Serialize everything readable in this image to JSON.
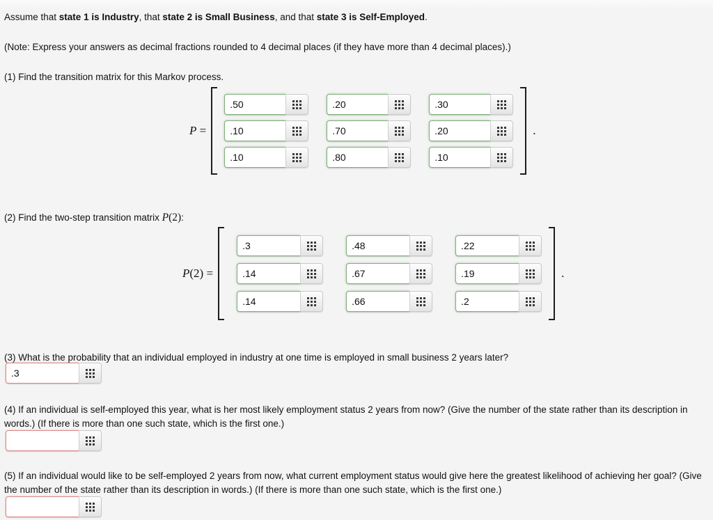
{
  "page": {
    "background_color": "#f4f4f4",
    "intro_line_prefix": "Assume that ",
    "intro_bold_1": "state 1 is Industry",
    "intro_mid_1": ", that ",
    "intro_bold_2": "state 2 is Small Business",
    "intro_mid_2": ", and that ",
    "intro_bold_3": "state 3 is Self-Employed",
    "intro_suffix": ".",
    "note": "(Note: Express your answers as decimal fractions rounded to 4 decimal places (if they have more than 4 decimal places).)"
  },
  "colors": {
    "correct_border": "#7fae79",
    "incorrect_border": "#d98a8a",
    "text": "#111111",
    "keypad_face": "#f0f0f0"
  },
  "icons": {
    "keypad": "grid-dots-icon"
  },
  "questions": [
    {
      "number": "(1)",
      "text": "(1) Find the transition matrix for this Markov process.",
      "matrix": {
        "label_var": "P",
        "label_sub": "",
        "label_eq": " =",
        "trailing": ".",
        "rows": [
          [
            ".50",
            ".20",
            ".30"
          ],
          [
            ".10",
            ".70",
            ".20"
          ],
          [
            ".10",
            ".80",
            ".10"
          ]
        ],
        "state": "correct"
      }
    },
    {
      "number": "(2)",
      "text_prefix": "(2) Find the two-step transition matrix ",
      "text_math": "P(2)",
      "text_suffix": ":",
      "matrix": {
        "label_var": "P",
        "label_sub": "(2)",
        "label_eq": " =",
        "trailing": ".",
        "rows": [
          [
            ".3",
            ".48",
            ".22"
          ],
          [
            ".14",
            ".67",
            ".19"
          ],
          [
            ".14",
            ".66",
            ".2"
          ]
        ],
        "state": "correct"
      }
    },
    {
      "number": "(3)",
      "text": "(3) What is the probability that an individual employed in industry at one time is employed in small business 2 years later?",
      "answer": ".3",
      "state": "incorrect"
    },
    {
      "number": "(4)",
      "text_line1": "(4) If an individual is self-employed this year, what is her most likely employment status 2 years from now? (Give the number of the state rather than its",
      "text_line2": "description in words.) (If there is more than one such state, which is the first one.)",
      "answer": "",
      "state": "incorrect"
    },
    {
      "number": "(5)",
      "text_line1": "(5) If an individual would like to be self-employed 2 years from now, what current employment status would give here the greatest likelihood of achieving",
      "text_line2": "her goal? (Give the number of the state rather than its description in words.) (If there is more than one such state, which is the first one.)",
      "answer": "",
      "state": "incorrect"
    }
  ]
}
